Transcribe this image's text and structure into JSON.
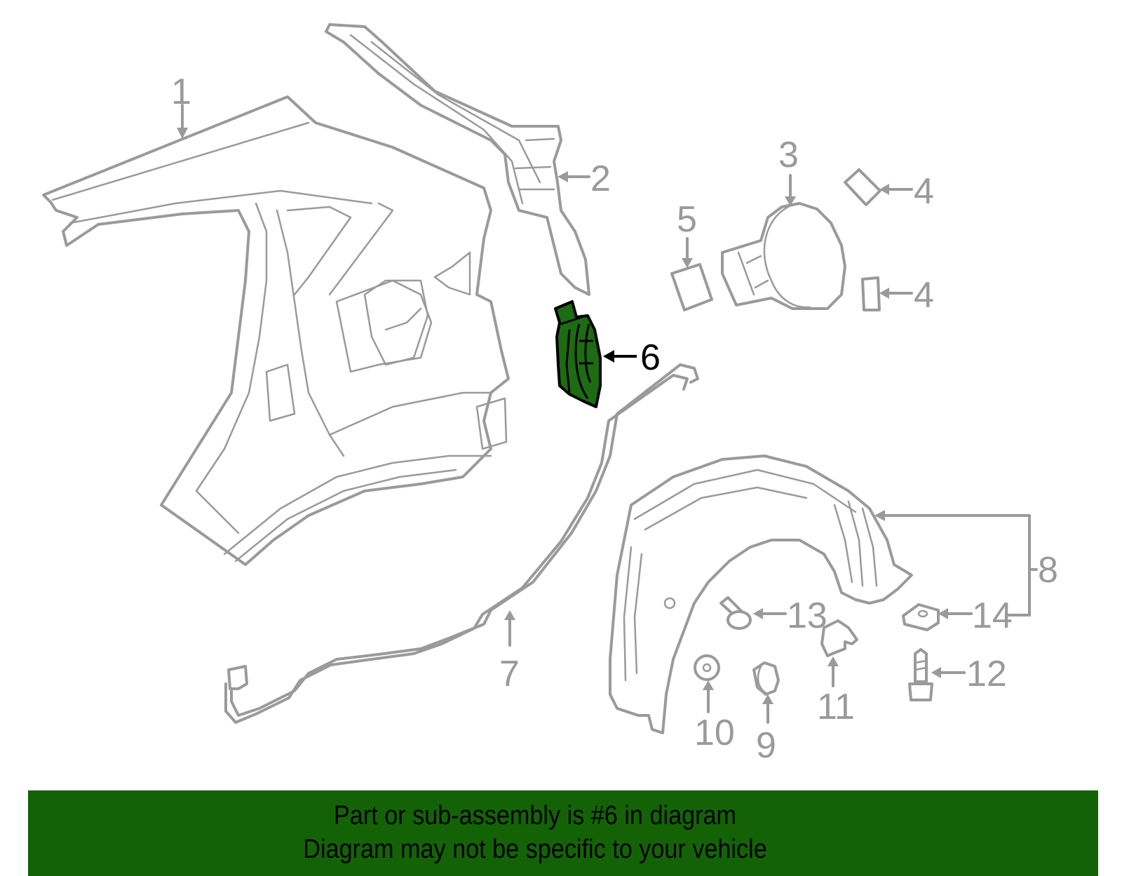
{
  "diagram": {
    "highlighted_part": "6",
    "highlight_color": "#1d6b12",
    "line_color": "#9a9a9a",
    "callouts": [
      {
        "id": "1",
        "label": "1"
      },
      {
        "id": "2",
        "label": "2"
      },
      {
        "id": "3",
        "label": "3"
      },
      {
        "id": "4a",
        "label": "4"
      },
      {
        "id": "4b",
        "label": "4"
      },
      {
        "id": "5",
        "label": "5"
      },
      {
        "id": "6",
        "label": "6"
      },
      {
        "id": "7",
        "label": "7"
      },
      {
        "id": "8",
        "label": "8"
      },
      {
        "id": "9",
        "label": "9"
      },
      {
        "id": "10",
        "label": "10"
      },
      {
        "id": "11",
        "label": "11"
      },
      {
        "id": "12",
        "label": "12"
      },
      {
        "id": "13",
        "label": "13"
      },
      {
        "id": "14",
        "label": "14"
      }
    ]
  },
  "banner": {
    "background_color": "#136306",
    "line1": "Part or sub-assembly is #6 in diagram",
    "line2": "Diagram may not be specific to your vehicle"
  }
}
